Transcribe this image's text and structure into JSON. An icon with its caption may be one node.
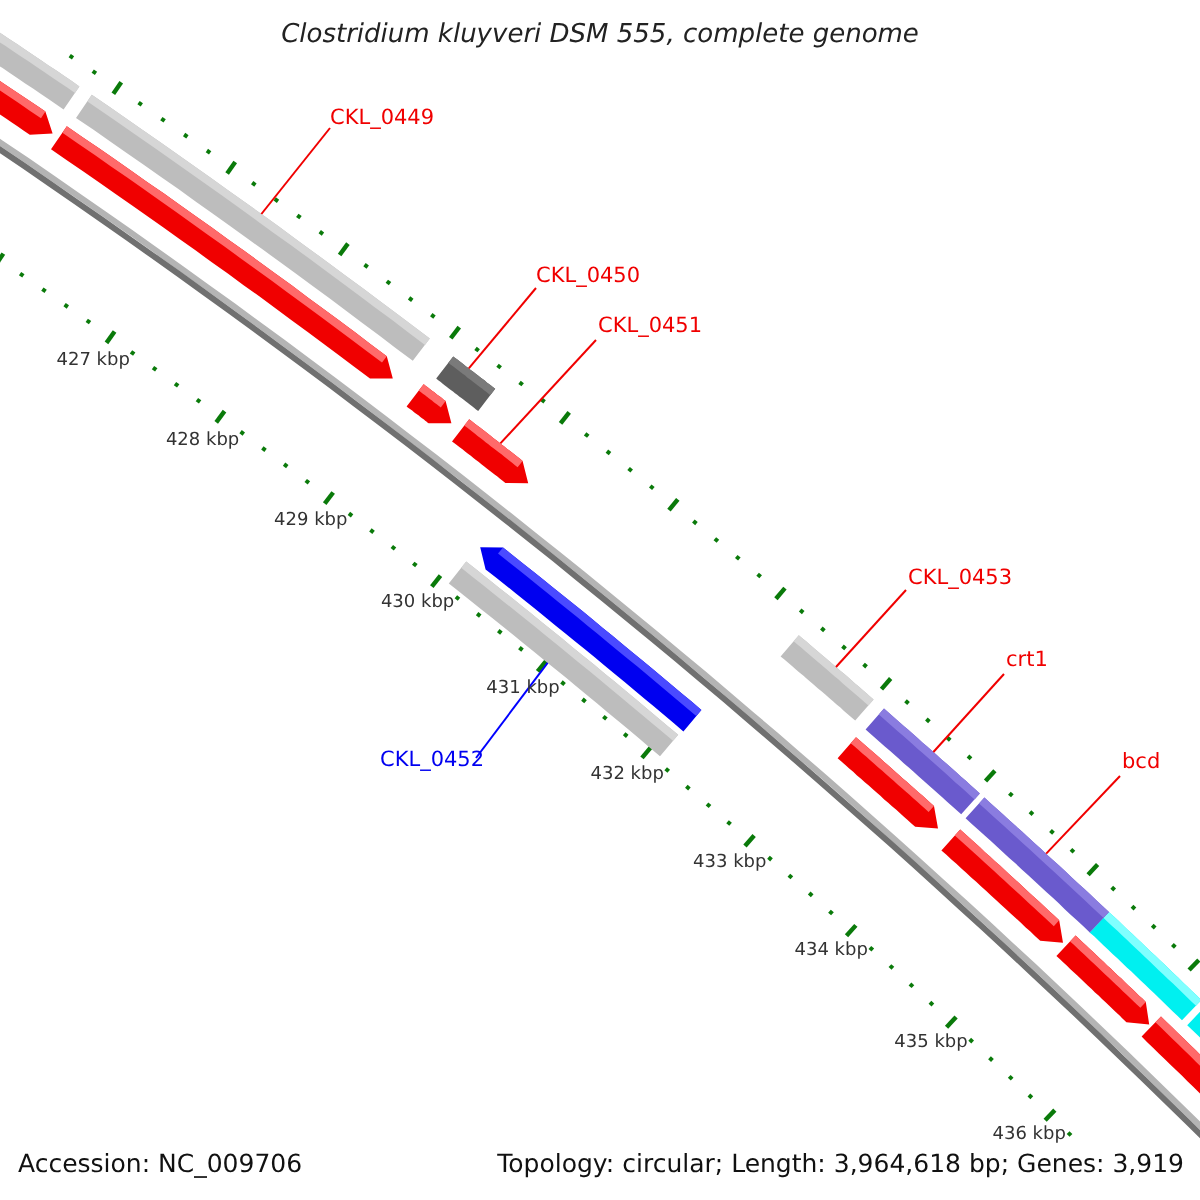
{
  "diagram": {
    "title": "Clostridium kluyveri DSM 555, complete genome",
    "nodes": [
      {
        "text": [
          "CKL_0449"
        ]
      },
      {
        "text": [
          "CKL_0450"
        ]
      },
      {
        "text": [
          "CKL_0451"
        ]
      },
      {
        "text": [
          "CKL_0453"
        ]
      },
      {
        "text": [
          "crt1"
        ]
      },
      {
        "text": [
          "CKL_0452"
        ]
      },
      {
        "text": [
          "bcd"
        ]
      },
      {
        "text": [],
        "shape": "bar"
      },
      {
        "text": [],
        "shape": "bar"
      },
      {
        "text": [],
        "shape": "bar"
      },
      {
        "text": [],
        "shape": "bar"
      },
      {
        "text": [],
        "shape": "bar"
      },
      {
        "text": [],
        "shape": "bar"
      },
      {
        "text": [],
        "shape": "bar"
      }
    ],
    "edges": [
      {
        "from": 0,
        "to": 7,
        "arrow": "none"
      },
      {
        "from": 1,
        "to": 8,
        "arrow": "none"
      },
      {
        "from": 2,
        "to": 9,
        "arrow": "none"
      },
      {
        "from": 3,
        "to": 10,
        "arrow": "none"
      },
      {
        "from": 4,
        "to": 11,
        "arrow": "none"
      },
      {
        "from": 5,
        "to": 12,
        "arrow": "none",
        "color": "#0000ff"
      },
      {
        "from": 6,
        "to": 13,
        "arrow": "none"
      }
    ],
    "labels": [
      "427 kbp",
      "428 kbp",
      "429 kbp",
      "430 kbp",
      "431 kbp",
      "432 kbp",
      "433 kbp",
      "434 kbp",
      "435 kbp",
      "436 kbp",
      "Accession: NC_009706",
      "Topology: circular; Length: 3,964,618 bp; Genes: 3,919"
    ]
  }
}
